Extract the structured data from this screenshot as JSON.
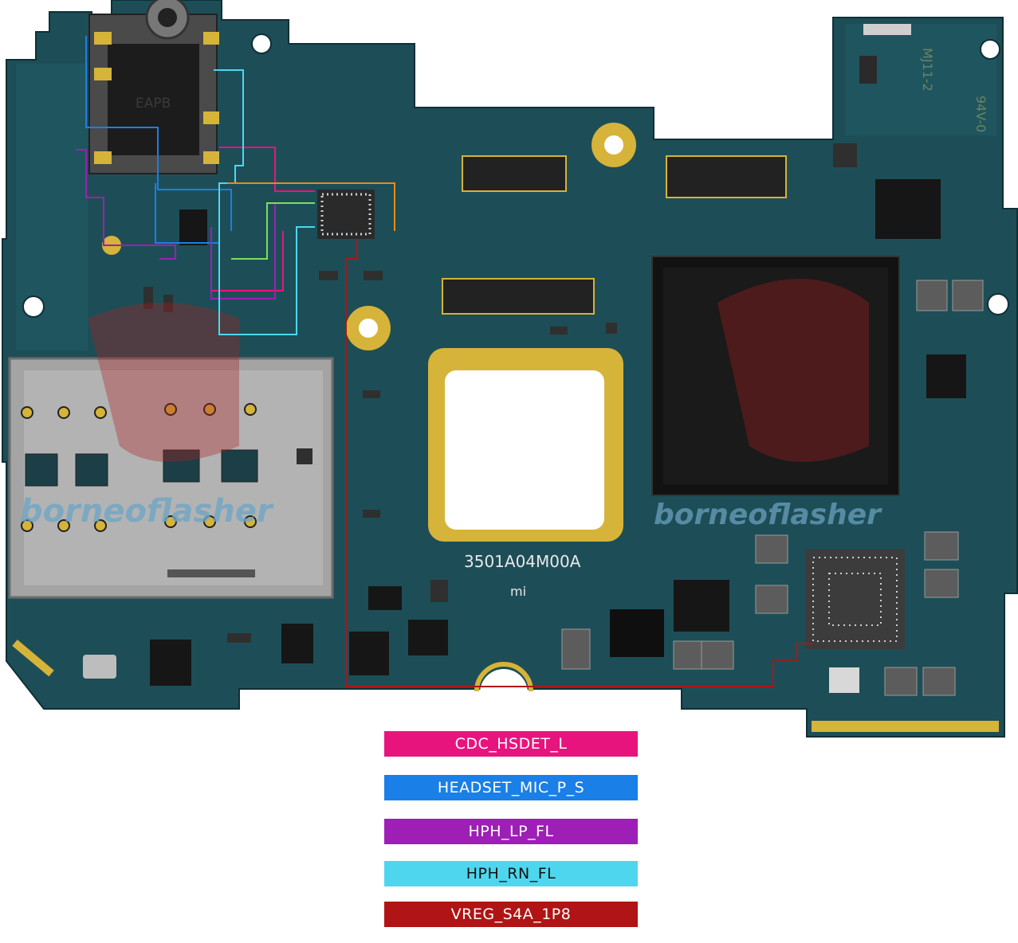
{
  "board": {
    "part_number": "3501A04M00A",
    "logo": "mi",
    "jack_marking": "EAPB",
    "cert_marking_1": "MJ11-2",
    "cert_marking_2": "94V-0",
    "watermark_left": "borneoflasher",
    "watermark_right": "borneoflasher",
    "colors": {
      "pcb": "#1d4e57",
      "pcb_dark": "#153b43",
      "gold": "#d6b339",
      "sim_tray": "#a4a4a4",
      "chip": "#1a1a1a"
    }
  },
  "legend": [
    {
      "label": "CDC_HSDET_L",
      "color": "#e8147e",
      "text_color": "#ffffff"
    },
    {
      "label": "HEADSET_MIC_P_S",
      "color": "#1a7fe6",
      "text_color": "#ffffff"
    },
    {
      "label": "HPH_LP_FL",
      "color": "#9d1fb5",
      "text_color": "#ffffff"
    },
    {
      "label": "HPH_RN_FL",
      "color": "#4fd6ef",
      "text_color": "#111111"
    },
    {
      "label": "VREG_S4A_1P8",
      "color": "#b01414",
      "text_color": "#ffffff"
    }
  ]
}
